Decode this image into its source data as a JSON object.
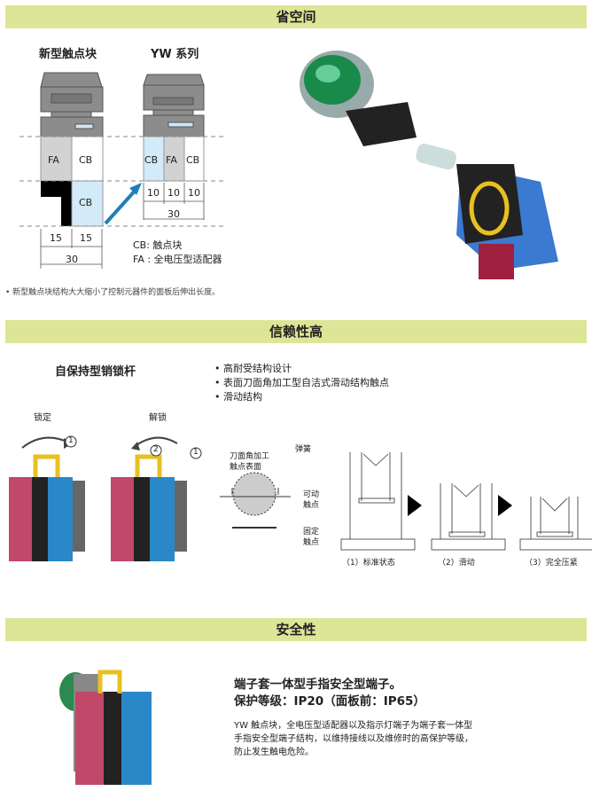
{
  "sections": [
    {
      "title": "省空间"
    },
    {
      "title": "信赖性高"
    },
    {
      "title": "安全性"
    }
  ],
  "space": {
    "new_title": "新型触点块",
    "yw_title": "YW 系列",
    "labels": {
      "fa": "FA",
      "cb": "CB"
    },
    "dims": {
      "d15a": "15",
      "d15b": "15",
      "d30a": "30",
      "d10a": "10",
      "d10b": "10",
      "d10c": "10",
      "d30b": "30"
    },
    "legend": [
      "CB: 触点块",
      "FA : 全电压型适配器"
    ],
    "note": "新型触点块结构大大缩小了控制元器件的面板后伸出长度。"
  },
  "reliability": {
    "lock_title": "自保持型销锁杆",
    "lock": "锁定",
    "unlock": "解锁",
    "bullets": [
      "高耐受结构设计",
      "表面刀面角加工型自洁式滑动结构触点",
      "滑动结构"
    ],
    "surface_label": [
      "刀面角加工",
      "触点表面"
    ],
    "spring": "弹簧",
    "movable": [
      "可动",
      "触点"
    ],
    "fixed": [
      "固定",
      "触点"
    ],
    "steps": [
      "（1）标准状态",
      "（2）滑动",
      "（3）完全压紧"
    ],
    "num1": "1",
    "num2": "2"
  },
  "safety": {
    "heading": [
      "端子套一体型手指安全型端子。",
      "保护等级：IP20（面板前：IP65）"
    ],
    "body": [
      "YW 触点块，全电压型适配器以及指示灯端子为端子套一体型",
      "手指安全型端子结构，以维持接线以及维修时的高保护等级，",
      "防止发生触电危险。"
    ]
  },
  "colors": {
    "header": "#dde596",
    "cb_blue": "#d3ebf8",
    "arrow": "#1d7fb8",
    "gray": "#8c8c8c"
  }
}
